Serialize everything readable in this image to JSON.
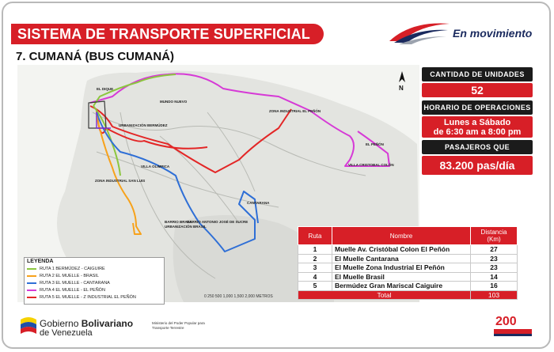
{
  "header": {
    "title": "SISTEMA DE TRANSPORTE SUPERFICIAL",
    "subtitle": "7. CUMANÁ (BUS CUMANÁ)",
    "brand_text": "En movimiento"
  },
  "stats": {
    "units_label": "CANTIDAD DE UNIDADES",
    "units_value": "52",
    "hours_label": "HORARIO DE OPERACIONES",
    "hours_line1": "Lunes a Sábado",
    "hours_line2": "de 6:30 am a  8:00 pm",
    "passengers_label": "PASAJEROS QUE MOVILIZARA",
    "passengers_value": "83.200 pas/día"
  },
  "table": {
    "headers": [
      "Ruta",
      "Nombre",
      "Distancia\n(Km)"
    ],
    "rows": [
      {
        "route": "1",
        "name": "Muelle Av. Cristóbal Colon El Peñón",
        "distance": "27"
      },
      {
        "route": "2",
        "name": "El Muelle Cantarana",
        "distance": "23"
      },
      {
        "route": "3",
        "name": "El Muelle Zona Industrial El Peñón",
        "distance": "23"
      },
      {
        "route": "4",
        "name": "El Muelle Brasil",
        "distance": "14"
      },
      {
        "route": "5",
        "name": "Bermúdez  Gran Mariscal  Caiguire",
        "distance": "16"
      }
    ],
    "total_label": "Total",
    "total_value": "103"
  },
  "legend": {
    "title": "LEYENDA",
    "items": [
      {
        "label": "RUTA 1 BERMÚDEZ - CAIGUIRE",
        "color": "#8cc63f"
      },
      {
        "label": "RUTA 2 EL MUELLE - BRASIL",
        "color": "#f7a21b"
      },
      {
        "label": "RUTA 3 EL MUELLE - CANTARANA",
        "color": "#2f6fd6"
      },
      {
        "label": "RUTA 4 EL MUELLE - EL PEÑÓN",
        "color": "#d63ad6"
      },
      {
        "label": "RUTA 5 EL MUELLE - Z INDUSTRIAL EL PEÑÓN",
        "color": "#e32626"
      }
    ]
  },
  "map_labels": {
    "el_dique": "EL DIQUE",
    "mundo_nuevo": "MUNDO NUEVO",
    "urb_bermudez": "URBANIZACIÓN BERMÚDEZ",
    "zona_ind_penon": "ZONA INDUSTRIAL EL PEÑÓN",
    "el_penon": "EL PEÑÓN",
    "villa_colon": "VILLA CRISTOBAL COLÓN",
    "villa_olimpica": "VILLA OLIMPICA",
    "zona_ind_san_luis": "ZONA INDUSTRIAL SAN LUIS",
    "cantarana": "CANTARANA",
    "barrio_brasil": "BARRIO BRASIL",
    "urb_brasil": "URBANIZACIÓN BRASIL",
    "barrio_sucre": "BARRIO ANTONIO JOSÉ DE SUCRE",
    "north": "N",
    "scale": "0  250 500   1,000  1,500  2,000 METROS"
  },
  "footer": {
    "gov_line1a": "Gobierno ",
    "gov_line1b": "Bolivariano",
    "gov_line2": "de Venezuela",
    "ministry": "Ministerio del Poder Popular para Transporte Terrestre",
    "badge": "200"
  },
  "colors": {
    "accent": "#d71f27",
    "dark": "#1b1b1b"
  }
}
